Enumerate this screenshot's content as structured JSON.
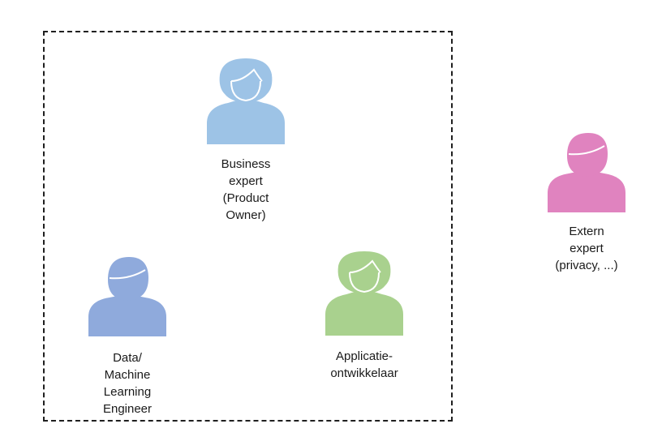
{
  "diagram": {
    "roles": [
      {
        "id": "business",
        "label": "Business\nexpert\n(Product\nOwner)",
        "color": "#9dc3e6",
        "figure": "woman"
      },
      {
        "id": "data",
        "label": "Data/\nMachine\nLearning\nEngineer",
        "color": "#8faadc",
        "figure": "man"
      },
      {
        "id": "app",
        "label": "Applicatie-\nontwikkelaar",
        "color": "#a9d18e",
        "figure": "woman"
      },
      {
        "id": "extern",
        "label": "Extern\nexpert\n(privacy, ...)",
        "color": "#e083bf",
        "figure": "man"
      }
    ]
  }
}
